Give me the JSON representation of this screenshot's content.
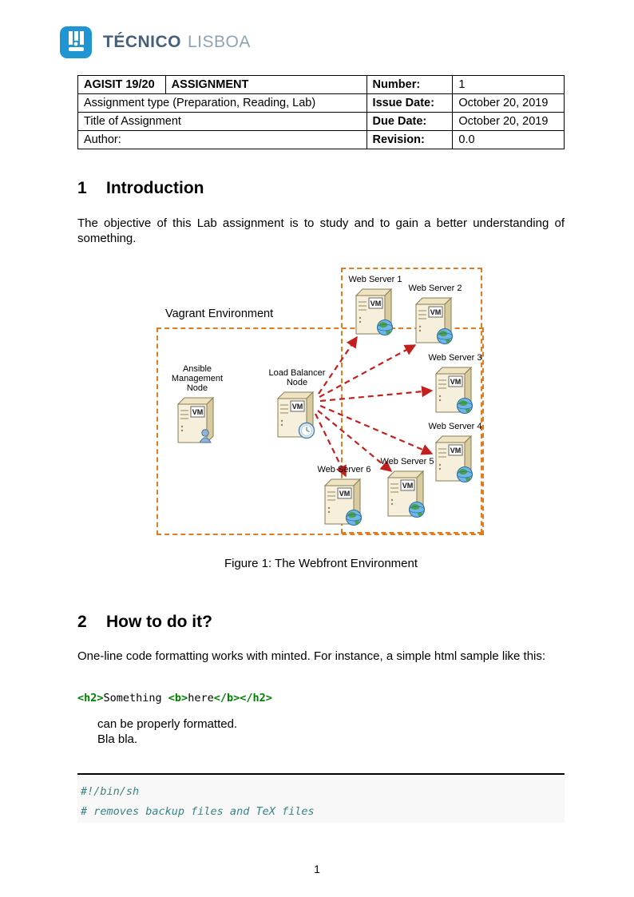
{
  "logo": {
    "bold": "TÉCNICO",
    "light": "LISBOA"
  },
  "table": {
    "r1c1": "AGISIT 19/20",
    "r1c2": "ASSIGNMENT",
    "r1c3": "Number:",
    "r1c4": "1",
    "r2c1": "Assignment type (Preparation, Reading, Lab)",
    "r2c3": "Issue Date:",
    "r2c4": "October 20, 2019",
    "r3c1": "Title of Assignment",
    "r3c3": "Due Date:",
    "r3c4": "October 20, 2019",
    "r4c1": "Author:",
    "r4c3": "Revision:",
    "r4c4": "0.0"
  },
  "section1": {
    "number": "1",
    "title": "Introduction",
    "body": "The objective of this Lab assignment is to study and to gain a better understanding of something."
  },
  "figure": {
    "env_label": "Vagrant Environment",
    "vm_label": "VM",
    "ansible_label": "Ansible\nManagement Node",
    "lb_label": "Load Balancer Node",
    "web1": "Web Server 1",
    "web2": "Web Server 2",
    "web3": "Web Server 3",
    "web4": "Web Server 4",
    "web5": "Web Server 5",
    "web6": "Web Server 6",
    "caption": "Figure 1: The Webfront Environment",
    "accent_color": "#e07b20",
    "arrow_color": "#c41f1f"
  },
  "section2": {
    "number": "2",
    "title": "How to do it?",
    "body": "One-line code formatting works with minted. For instance, a simple html sample like this:"
  },
  "code": {
    "html_tokens": [
      {
        "text": "<h2>",
        "type": "tag"
      },
      {
        "text": "Something ",
        "type": "plain"
      },
      {
        "text": "<b>",
        "type": "tag"
      },
      {
        "text": "here",
        "type": "plain"
      },
      {
        "text": "</b>",
        "type": "tag"
      },
      {
        "text": "</h2>",
        "type": "tag"
      }
    ],
    "note_line1": "can be properly formatted.",
    "note_line2": "Bla bla.",
    "shell_line1": "#!/bin/sh",
    "shell_line2": "# removes backup files and TeX files"
  },
  "footer": {
    "page_number": "1"
  }
}
